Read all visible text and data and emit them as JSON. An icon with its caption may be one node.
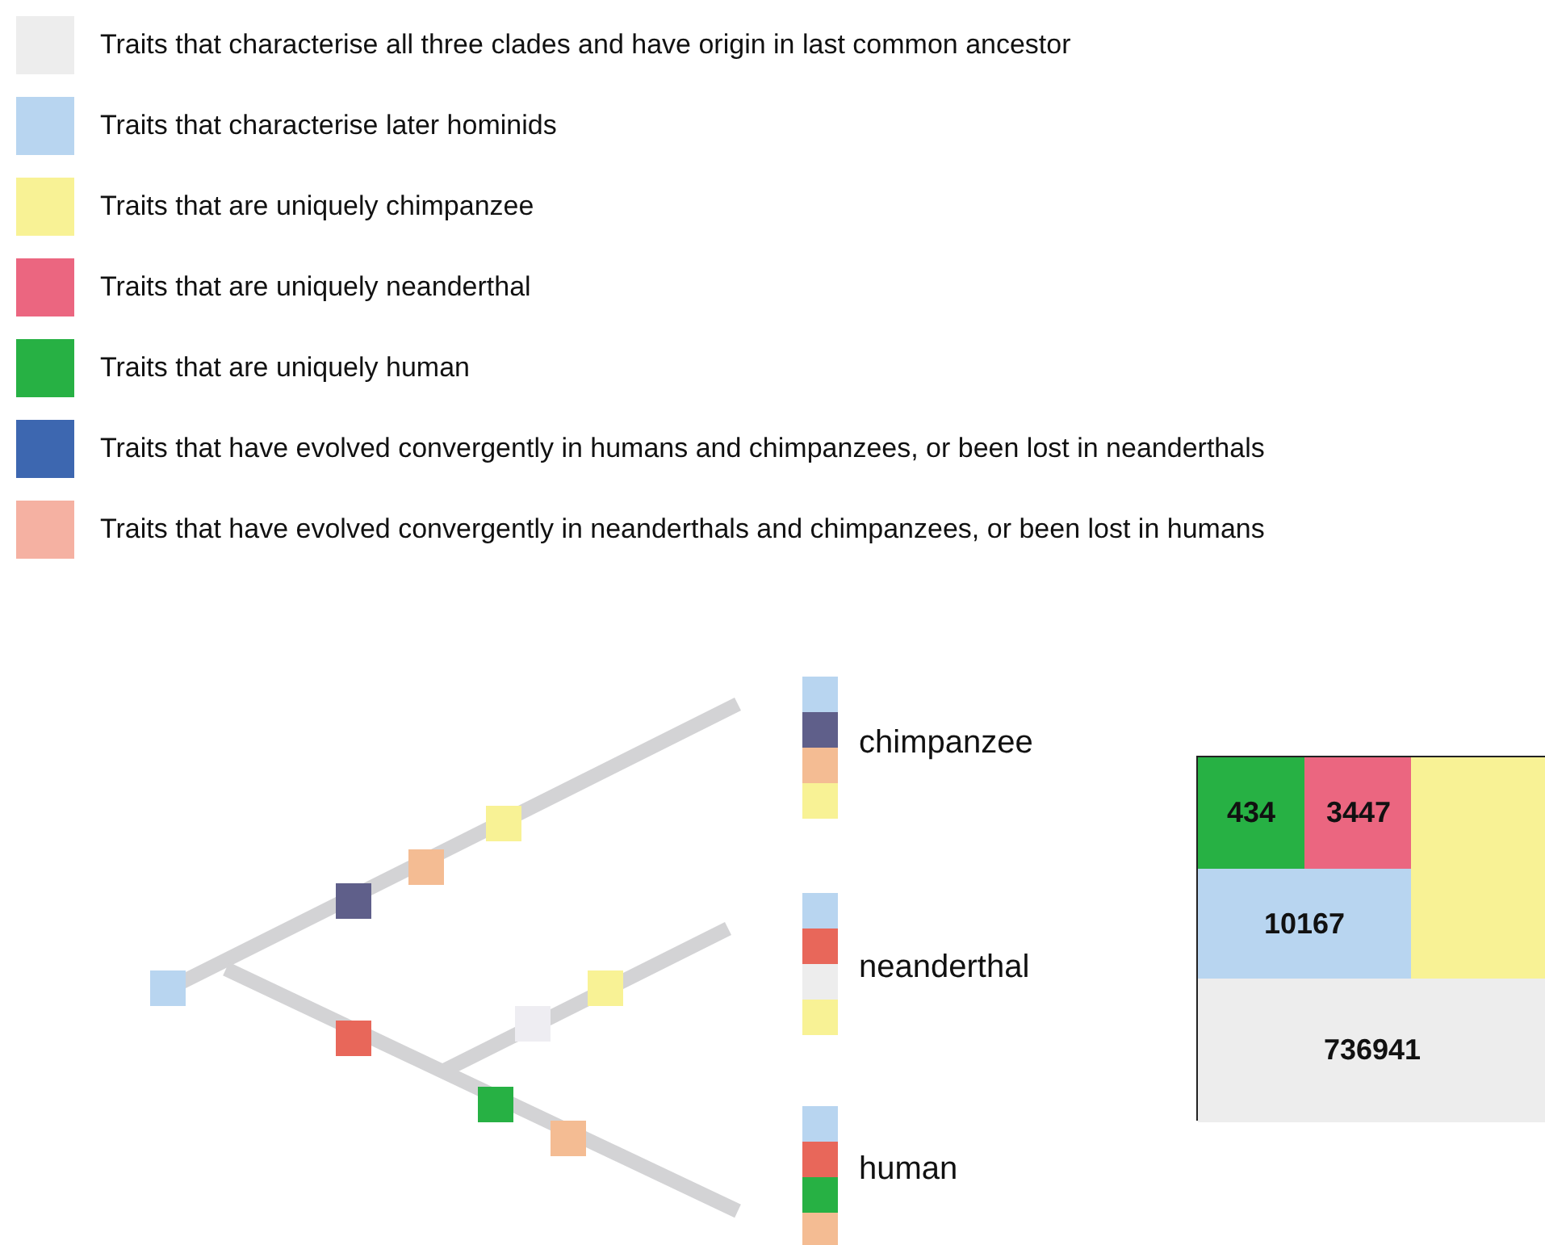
{
  "diagram": {
    "nodes": [
      {
        "text": [],
        "shape": "box"
      },
      {
        "text": [
          "434"
        ],
        "in": 0
      },
      {
        "text": [
          "3447"
        ],
        "in": 0
      },
      {
        "text": [],
        "shape": "box",
        "in": 0
      },
      {
        "text": [
          "10167"
        ],
        "in": 0
      },
      {
        "text": [
          "736941"
        ],
        "in": 0
      }
    ],
    "labels": [
      "chimpanzee",
      "neanderthal",
      "human"
    ],
    "legend": [
      {
        "text": "Traits that characterise all three clades and have origin in last common ancestor",
        "color": "#ededed"
      },
      {
        "text": "Traits that characterise later hominids",
        "color": "#b8d5f0"
      },
      {
        "text": "Traits that are uniquely chimpanzee",
        "color": "#f8f295"
      },
      {
        "text": "Traits that are uniquely neanderthal",
        "color": "#eb6680"
      },
      {
        "text": "Traits that are uniquely  human",
        "color": "#27b144"
      },
      {
        "text": "Traits that have evolved convergently in humans and chimpanzees, or been lost in neanderthals",
        "color": "#3d67b0"
      },
      {
        "text": "Traits that have evolved convergently in neanderthals and chimpanzees, or been lost in humans",
        "color": "#f5b1a2"
      }
    ]
  }
}
